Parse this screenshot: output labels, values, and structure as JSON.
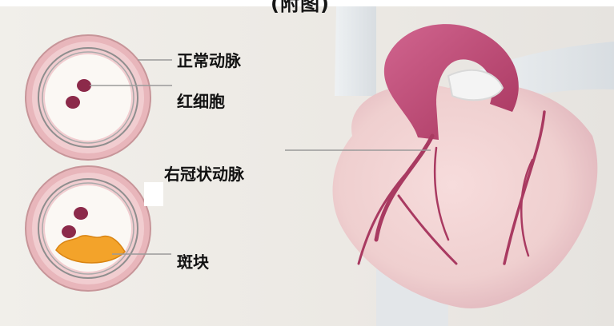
{
  "header": {
    "clipped_title": "(附图)"
  },
  "labels": {
    "normal_artery": "正常动脉",
    "red_blood_cell": "红细胞",
    "right_coronary_artery": "右冠状动脉",
    "plaque": "斑块"
  },
  "colors": {
    "background": "#eeebe6",
    "vessel_wall": "#e8b6bb",
    "vessel_lumen": "#fbf8f4",
    "blood_cell": "#8c2a4a",
    "plaque": "#f3a32a",
    "heart": "#f1d2d0",
    "aorta": "#c04b7b",
    "vessels": "#ad3d63",
    "leader_line": "#9a9a9a"
  }
}
